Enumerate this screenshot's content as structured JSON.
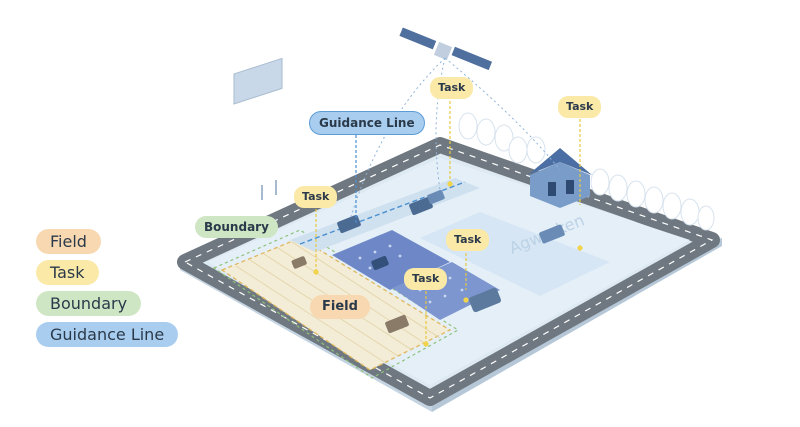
{
  "labels": {
    "task": "Task",
    "boundary": "Boundary",
    "guidance_line": "Guidance Line",
    "field": "Field"
  },
  "field_watermark": "Agworken",
  "legend": [
    {
      "label": "Field",
      "color": "#f8d8b0"
    },
    {
      "label": "Task",
      "color": "#fbe9a8"
    },
    {
      "label": "Boundary",
      "color": "#cfe6c4"
    },
    {
      "label": "Guidance Line",
      "color": "#a9cdef"
    }
  ],
  "colors": {
    "road": "#6f7880",
    "ground": "#e4eff8",
    "field_fill": "#f3ecd6",
    "crop": "#6e88c7",
    "guidance": "#4a90d0",
    "task_dot": "#f2d44a"
  }
}
